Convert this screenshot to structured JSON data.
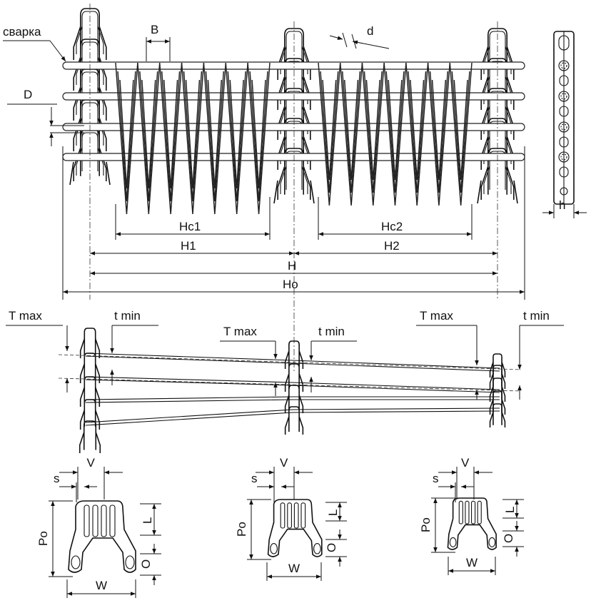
{
  "labels": {
    "weld": "сварка",
    "B": "B",
    "d": "d",
    "D": "D",
    "h": "h",
    "Hc1": "Hc1",
    "Hc2": "Hc2",
    "H1": "H1",
    "H2": "H2",
    "H": "H",
    "Ho": "Ho",
    "Tmax": "T max",
    "tmin": "t min",
    "V": "V",
    "s": "s",
    "L": "L",
    "Po": "Po",
    "O": "O",
    "W": "W"
  }
}
